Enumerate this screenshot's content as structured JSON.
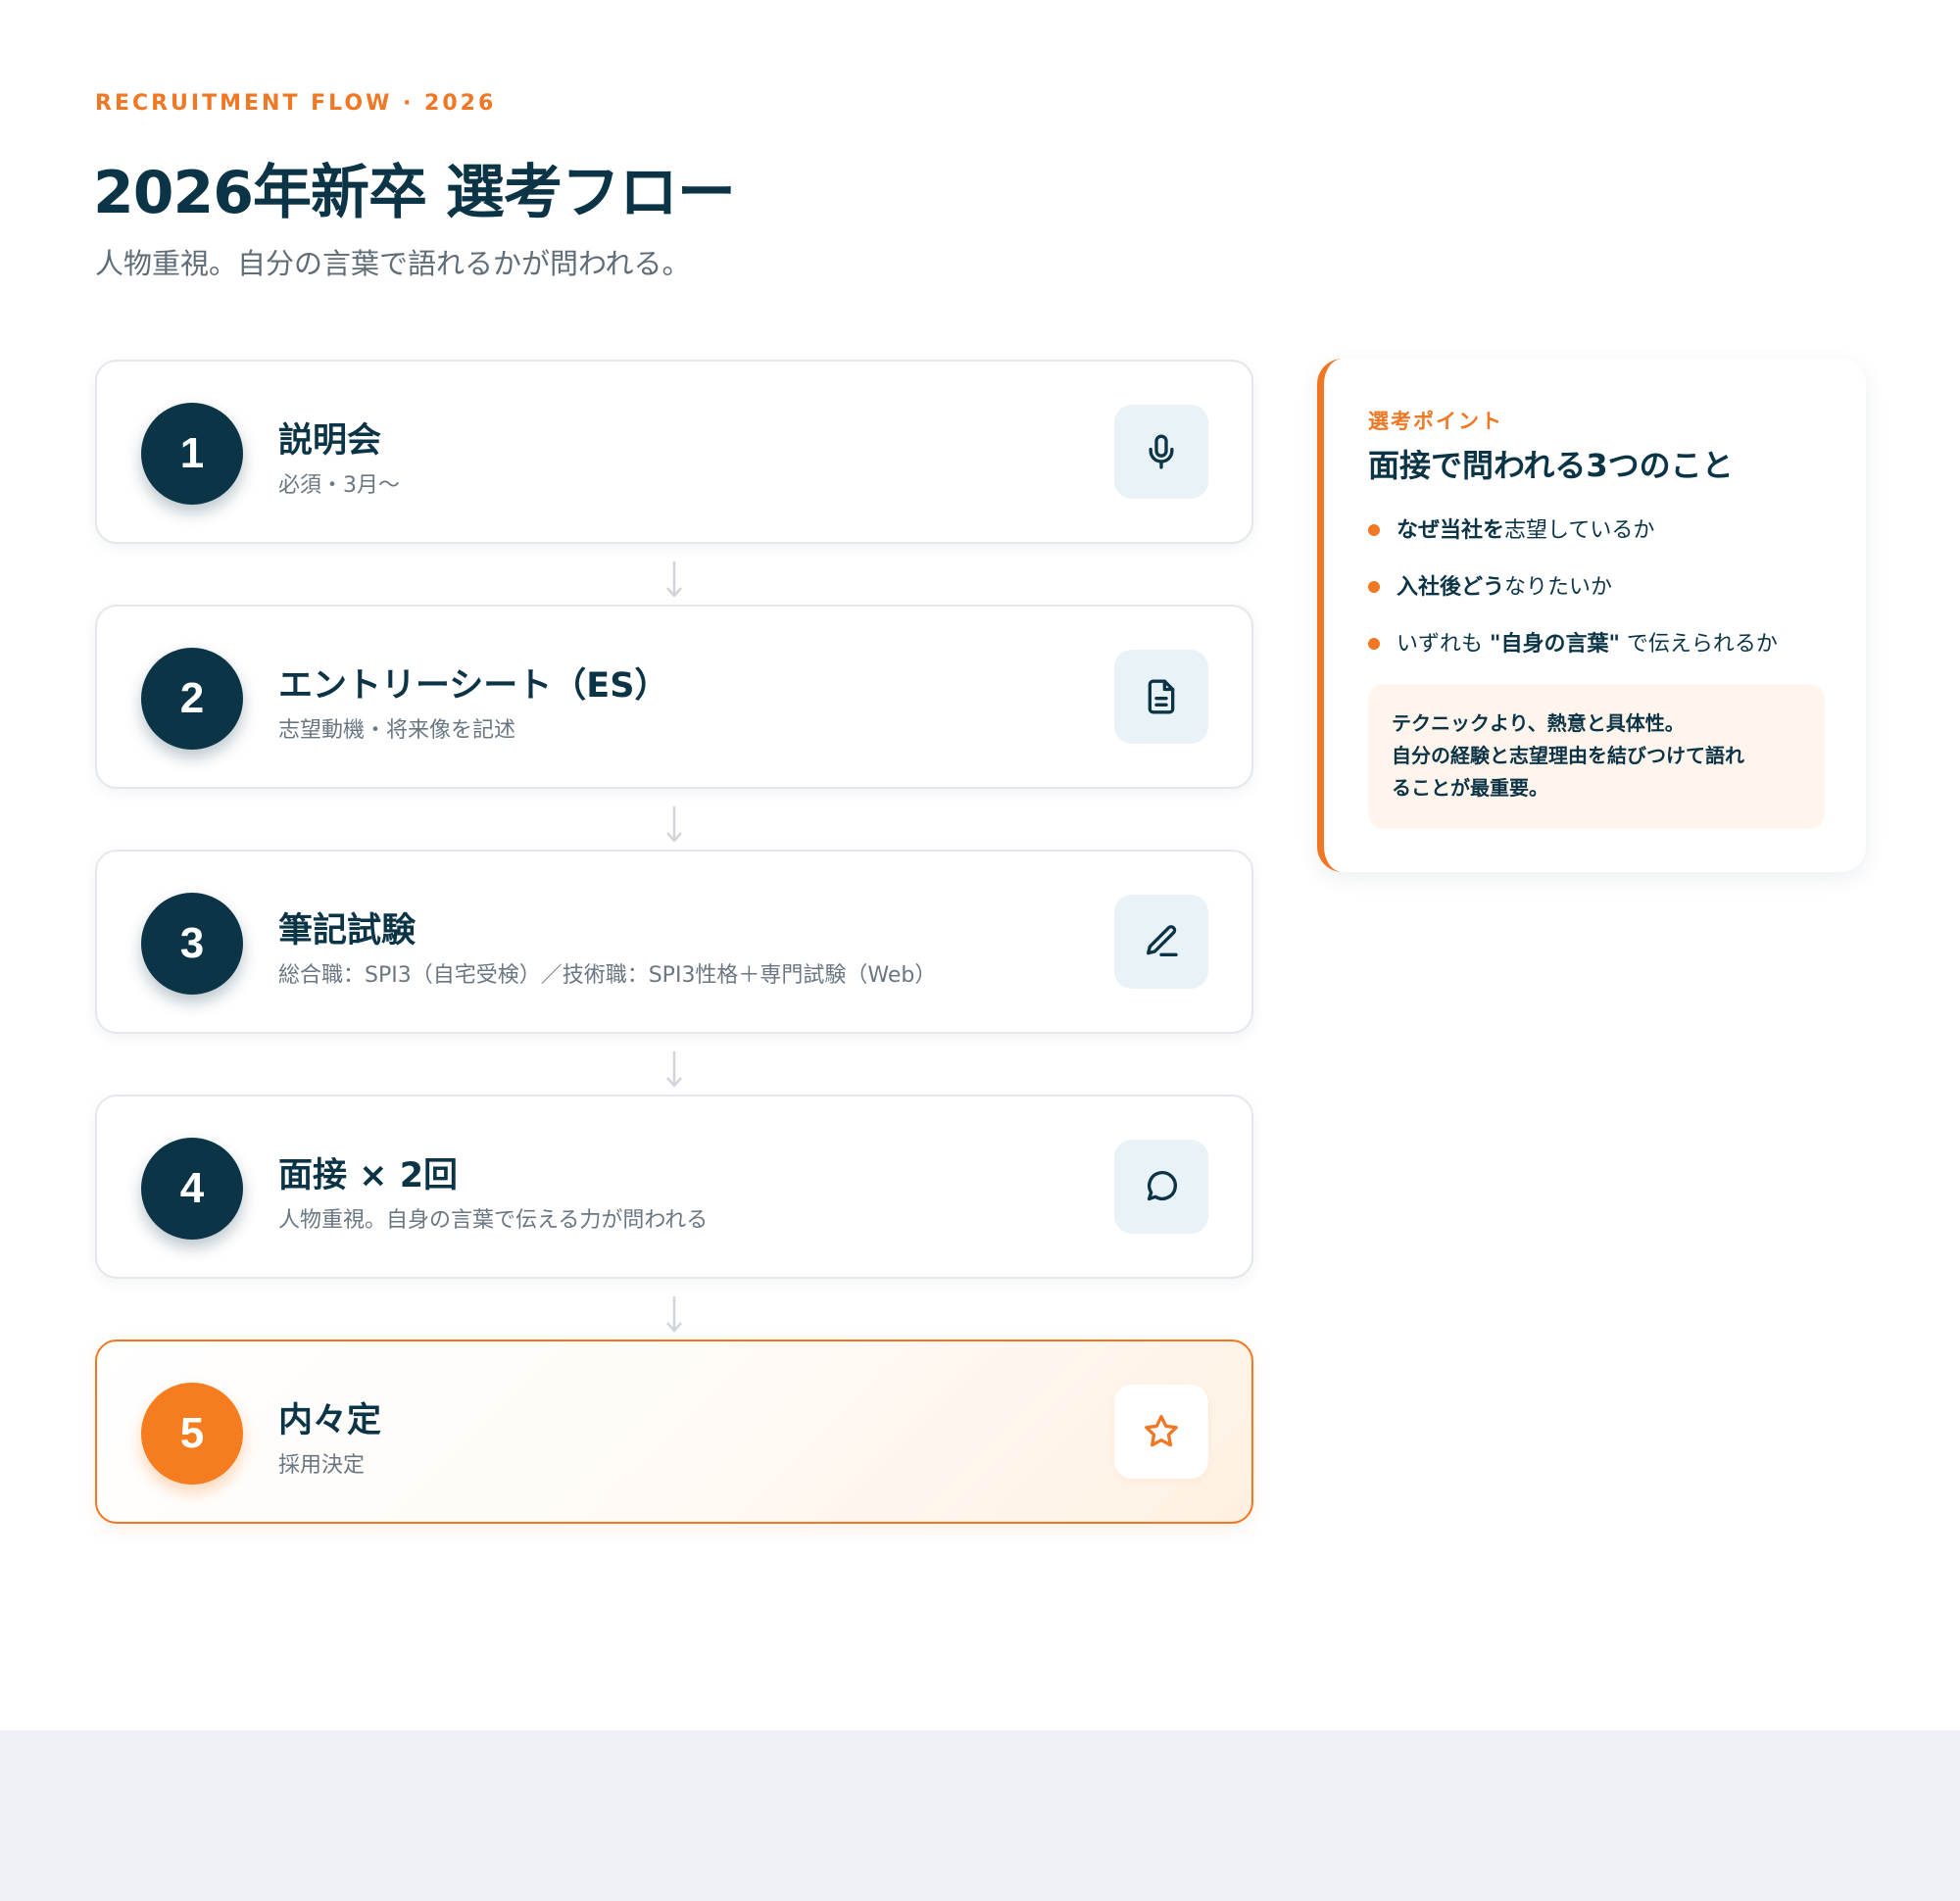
{
  "header": {
    "eyebrow": "RECRUITMENT FLOW · 2026",
    "title": "2026年新卒 選考フロー",
    "subtitle": "人物重視。自分の言葉で語れるかが問われる。"
  },
  "steps": [
    {
      "number": "1",
      "title": "説明会",
      "desc": "必須・3月〜",
      "icon": "microphone-icon"
    },
    {
      "number": "2",
      "title": "エントリーシート（ES）",
      "desc": "志望動機・将来像を記述",
      "icon": "document-icon"
    },
    {
      "number": "3",
      "title": "筆記試験",
      "desc": "総合職：SPI3（自宅受検）／技術職：SPI3性格＋専門試験（Web）",
      "icon": "pencil-icon"
    },
    {
      "number": "4",
      "title": "面接 × 2回",
      "desc": "人物重視。自身の言葉で伝える力が問われる",
      "icon": "chat-bubble-icon"
    },
    {
      "number": "5",
      "title": "内々定",
      "desc": "採用決定",
      "icon": "star-icon"
    }
  ],
  "side": {
    "eyebrow": "選考ポイント",
    "title": "面接で問われる3つのこと",
    "points": [
      {
        "before": "",
        "strong": "なぜ当社を",
        "after": "志望しているか"
      },
      {
        "before": "",
        "strong": "入社後どう",
        "after": "なりたいか"
      },
      {
        "before": "いずれも ",
        "strong": "\"自身の言葉\"",
        "after": " で伝えられるか"
      }
    ],
    "note_lines": [
      "テクニックより、熱意と具体性。",
      "自分の経験と志望理由を結びつけて語れ",
      "ることが最重要。"
    ]
  },
  "colors": {
    "navy": "#0c3447",
    "accent": "#f07723",
    "icon_bg": "#e9f2f6",
    "footer": "#edf1f5"
  }
}
